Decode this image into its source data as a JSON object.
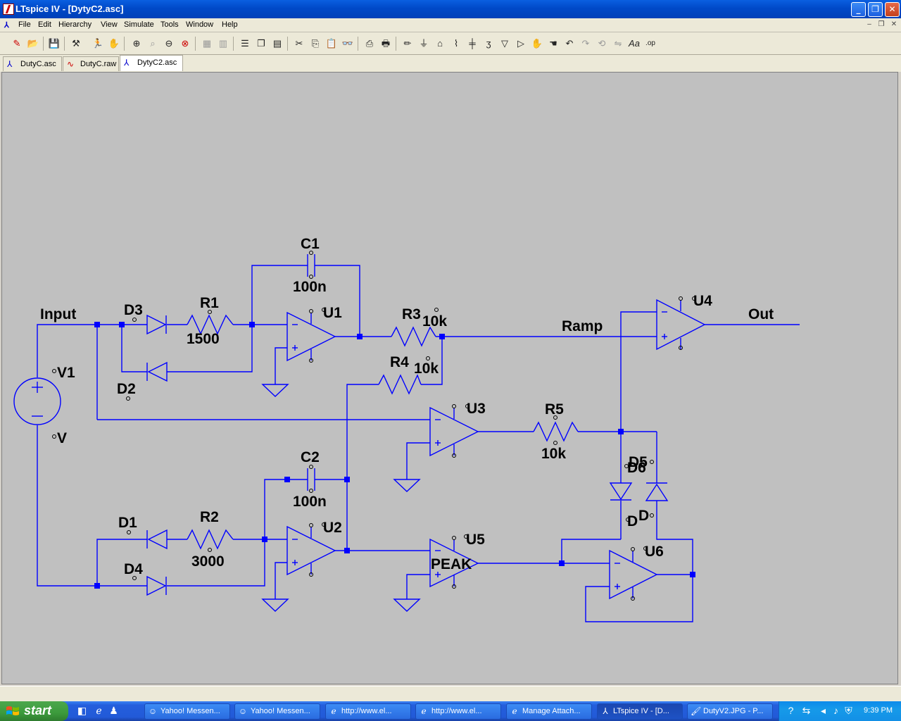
{
  "window": {
    "title": "LTspice IV - [DytyC2.asc]"
  },
  "menu": [
    "File",
    "Edit",
    "Hierarchy",
    "View",
    "Simulate",
    "Tools",
    "Window",
    "Help"
  ],
  "tabs": [
    {
      "label": "DutyC.asc",
      "icon": "schematic-icon"
    },
    {
      "label": "DutyC.raw",
      "icon": "waveform-icon"
    },
    {
      "label": "DytyC2.asc",
      "icon": "schematic-icon",
      "active": true
    }
  ],
  "schematic": {
    "labels": {
      "c1": "C1",
      "c1_val": "100n",
      "input": "Input",
      "d3": "D3",
      "r1": "R1",
      "r1_val": "1500",
      "u1": "U1",
      "r3": "R3",
      "r3_val": "10k",
      "ramp": "Ramp",
      "u4": "U4",
      "out": "Out",
      "v1": "V1",
      "v": "V",
      "d2": "D2",
      "r4": "R4",
      "r4_val": "10k",
      "u3": "U3",
      "r5": "R5",
      "r5_val": "10k",
      "d5": "D5",
      "d6": "D6",
      "d_a": "D",
      "d_b": "D",
      "c2": "C2",
      "c2_val": "100n",
      "d1": "D1",
      "r2": "R2",
      "r2_val": "3000",
      "u2": "U2",
      "u5": "U5",
      "peak": "PEAK",
      "u6": "U6",
      "d4": "D4"
    }
  },
  "taskbar": {
    "start": "start",
    "quicklaunch": [
      "show-desktop-icon",
      "ie-icon",
      "messenger-icon"
    ],
    "tasks": [
      {
        "label": "Yahoo! Messen...",
        "icon": "yahoo-icon"
      },
      {
        "label": "Yahoo! Messen...",
        "icon": "yahoo-icon"
      },
      {
        "label": "http://www.el...",
        "icon": "ie-icon"
      },
      {
        "label": "http://www.el...",
        "icon": "ie-icon"
      },
      {
        "label": "Manage Attach...",
        "icon": "ie-icon"
      },
      {
        "label": "LTspice IV - [D...",
        "icon": "ltspice-icon",
        "active": true
      },
      {
        "label": "DutyV2.JPG - P...",
        "icon": "paint-icon"
      }
    ],
    "clock": "9:39 PM"
  }
}
